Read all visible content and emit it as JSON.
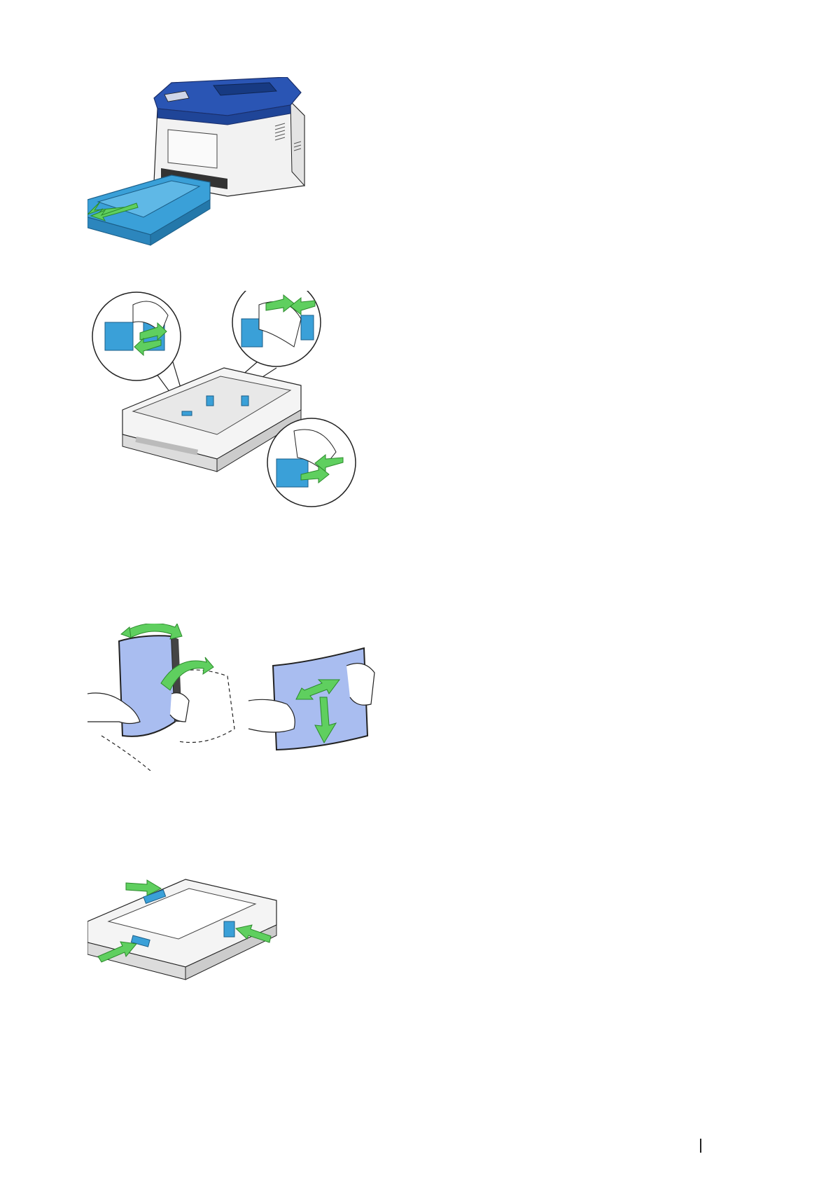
{
  "colors": {
    "printer_blue": "#2a55b4",
    "tray_cyan": "#3aa0d8",
    "arrow_green": "#5fcf5f",
    "paper_blue": "#a9bdf0",
    "outline": "#222222",
    "light_grey": "#eeeeee"
  },
  "figures": [
    {
      "id": "printer-tray-pull",
      "icon": "printer-with-tray-pulled-out"
    },
    {
      "id": "tray-guides-adjust",
      "icon": "paper-tray-with-guide-callouts"
    },
    {
      "id": "fan-paper",
      "icon": "hands-fanning-paper-stack"
    },
    {
      "id": "tray-loaded",
      "icon": "paper-tray-loaded-with-guides"
    }
  ]
}
